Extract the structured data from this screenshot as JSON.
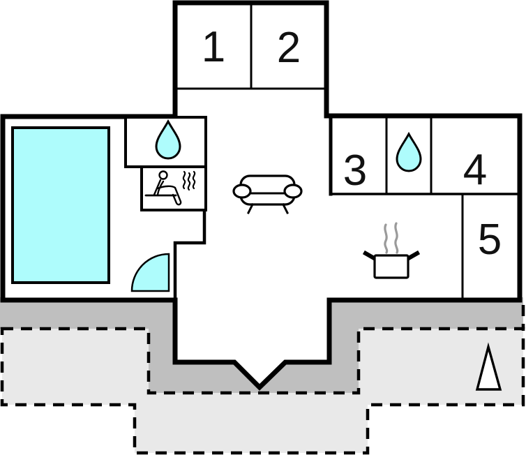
{
  "rooms": [
    {
      "label": "1"
    },
    {
      "label": "2"
    },
    {
      "label": "3"
    },
    {
      "label": "4"
    },
    {
      "label": "5"
    }
  ],
  "icons": {
    "left_bathroom": "water-drop",
    "right_bathroom": "water-drop",
    "sauna_room": "sauna-person-heat",
    "living_area": "sofa",
    "kitchen": "cooking-pot-steam",
    "compass": "north-arrow",
    "entry": "door-swing"
  },
  "colors": {
    "background": "#ffffff",
    "wall": "#000000",
    "water": "#aefcfc",
    "terrace_dark": "#bfbfbf",
    "terrace_light": "#e9e9e9",
    "steam": "#9a9a9a",
    "label": "#111111"
  }
}
